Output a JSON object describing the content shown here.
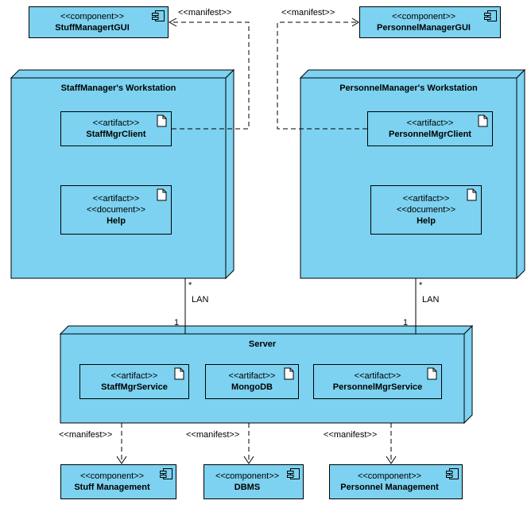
{
  "colors": {
    "node_fill": "#7CD2F0",
    "border": "#000000",
    "background": "#FFFFFF",
    "text": "#000000"
  },
  "top_components": {
    "stuff_manager_gui": {
      "stereotype": "<<component>>",
      "name": "StuffManagertGUI"
    },
    "personnel_manager_gui": {
      "stereotype": "<<component>>",
      "name": "PersonnelManagerGUI"
    }
  },
  "nodes": {
    "staff_workstation": {
      "title": "StaffManager's Workstation",
      "artifacts": {
        "staff_mgr_client": {
          "stereotype": "<<artifact>>",
          "name": "StaffMgrClient"
        },
        "help": {
          "stereotype": "<<artifact>>",
          "stereotype2": "<<document>>",
          "name": "Help"
        }
      }
    },
    "personnel_workstation": {
      "title": "PersonnelManager's Workstation",
      "artifacts": {
        "personnel_mgr_client": {
          "stereotype": "<<artifact>>",
          "name": "PersonnelMgrClient"
        },
        "help": {
          "stereotype": "<<artifact>>",
          "stereotype2": "<<document>>",
          "name": "Help"
        }
      }
    },
    "server": {
      "title": "Server",
      "artifacts": {
        "staff_mgr_service": {
          "stereotype": "<<artifact>>",
          "name": "StaffMgrService"
        },
        "mongodb": {
          "stereotype": "<<artifact>>",
          "name": "MongoDB"
        },
        "personnel_mgr_service": {
          "stereotype": "<<artifact>>",
          "name": "PersonnelMgrService"
        }
      }
    }
  },
  "bottom_components": {
    "stuff_management": {
      "stereotype": "<<component>>",
      "name": "Stuff Management"
    },
    "dbms": {
      "stereotype": "<<component>>",
      "name": "DBMS"
    },
    "personnel_management": {
      "stereotype": "<<component>>",
      "name": "Personnel Management"
    }
  },
  "connections": {
    "manifest_label": "<<manifest>>",
    "lan": {
      "label": "LAN",
      "multiplicity_star": "*",
      "multiplicity_one": "1"
    }
  }
}
